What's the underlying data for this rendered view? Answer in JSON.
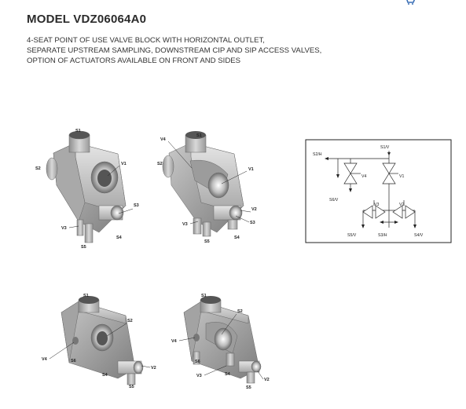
{
  "header": {
    "model": "MODEL VDZ06064A0",
    "description": [
      "4-SEAT POINT OF USE VALVE BLOCK WITH HORIZONTAL OUTLET,",
      "SEPARATE UPSTREAM SAMPLING, DOWNSTREAM CIP AND SIP ACCESS VALVES,",
      "OPTION OF ACTUATORS AVAILABLE ON FRONT AND SIDES"
    ]
  },
  "icons": {
    "cart": "cart-icon"
  },
  "figures": {
    "top_left": {
      "s1": "S1",
      "s2": "S2",
      "v1": "V1",
      "s3": "S3",
      "v3": "V3",
      "s4": "S4",
      "s5": "S5"
    },
    "top_right": {
      "v4": "V4",
      "s1": "S1",
      "s2": "S2",
      "v1": "V1",
      "v2": "V2",
      "s3": "S3",
      "v3": "V3",
      "s5": "S5",
      "s4": "S4"
    },
    "bottom_left": {
      "s1": "S1",
      "s2": "S2",
      "v4": "V4",
      "s6": "S6",
      "v2": "V2",
      "s4": "S4",
      "s5": "S5"
    },
    "bottom_right": {
      "s1": "S1",
      "s2": "S2",
      "v4": "V4",
      "s6": "S6",
      "v3": "V3",
      "s4": "S4",
      "s5": "S5",
      "v2": "V2"
    }
  },
  "schematic": {
    "s1v": "S1/V",
    "s2h": "S2/H",
    "v4": "V4",
    "v1": "V1",
    "s6v": "S6/V",
    "v3": "V3",
    "v2": "V2",
    "s5v": "S5/V",
    "s3h": "S3/H",
    "s4v": "S4/V"
  }
}
